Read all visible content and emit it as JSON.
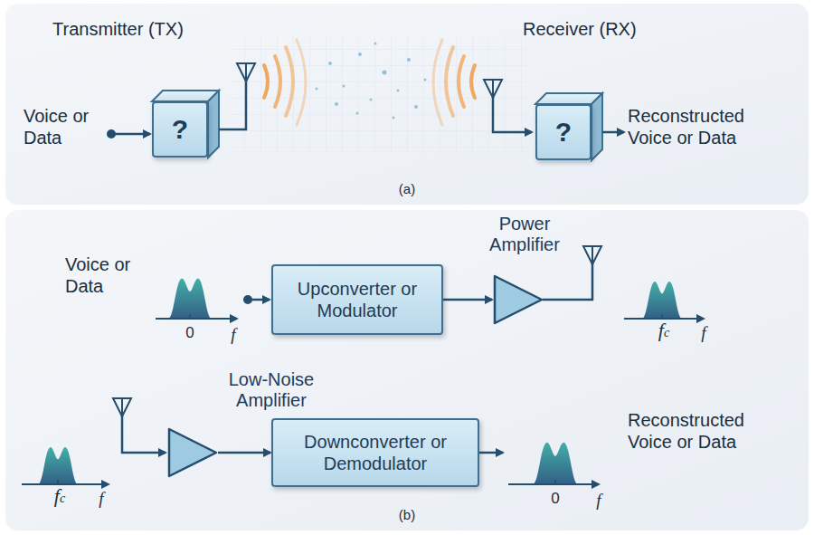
{
  "diagram": {
    "nodes": [
      {
        "text": [
          "?"
        ]
      },
      {
        "text": [
          "?"
        ]
      },
      {
        "text": [
          "Upconverter or Modulator"
        ]
      },
      {
        "text": [
          "Power Amplifier"
        ]
      },
      {
        "text": [
          "Low-Noise Amplifier"
        ]
      },
      {
        "text": [
          "Downconverter or Demodulator"
        ]
      }
    ],
    "edges": [
      {
        "from": 2,
        "to": 3,
        "arrow": "to"
      },
      {
        "from": 4,
        "to": 5,
        "arrow": "to"
      }
    ],
    "labels": [
      "Transmitter (TX)",
      "Receiver (RX)",
      "Voice or Data",
      "Reconstructed Voice or Data",
      "(a)",
      "Voice or Data",
      "0",
      "f",
      "fc",
      "f",
      "fc",
      "f",
      "0",
      "f",
      "Reconstructed Voice or Data",
      "(b)"
    ]
  }
}
